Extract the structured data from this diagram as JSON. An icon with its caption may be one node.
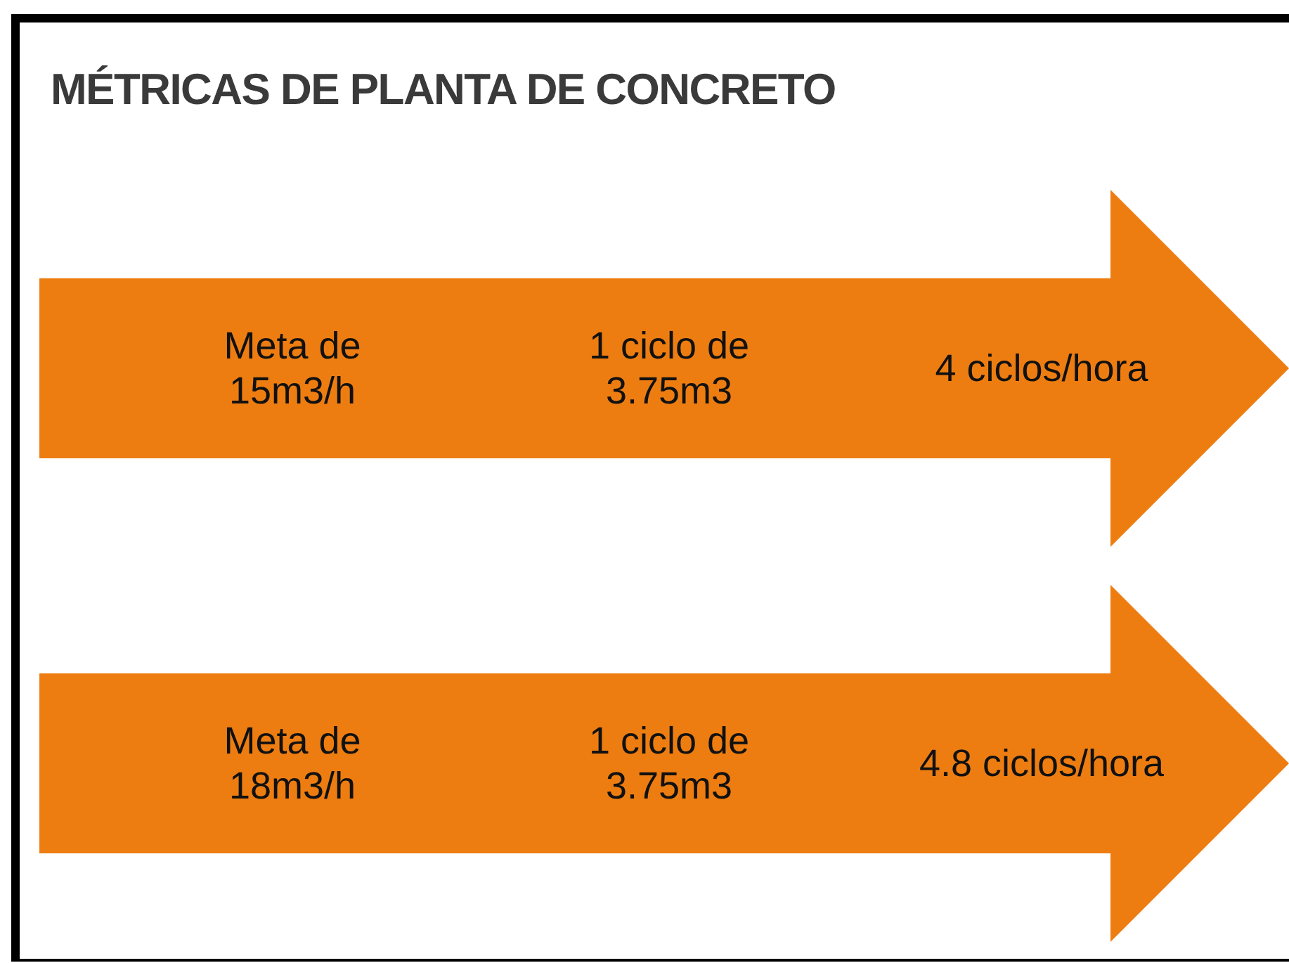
{
  "diagram": {
    "title": "MÉTRICAS DE PLANTA DE CONCRETO",
    "nodes": [
      {
        "text": [
          "Meta de 15m3/h",
          "1 ciclo de 3.75m3",
          "4 ciclos/hora"
        ]
      },
      {
        "text": [
          "Meta de 18m3/h",
          "1 ciclo de 3.75m3",
          "4.8 ciclos/hora"
        ]
      }
    ]
  }
}
